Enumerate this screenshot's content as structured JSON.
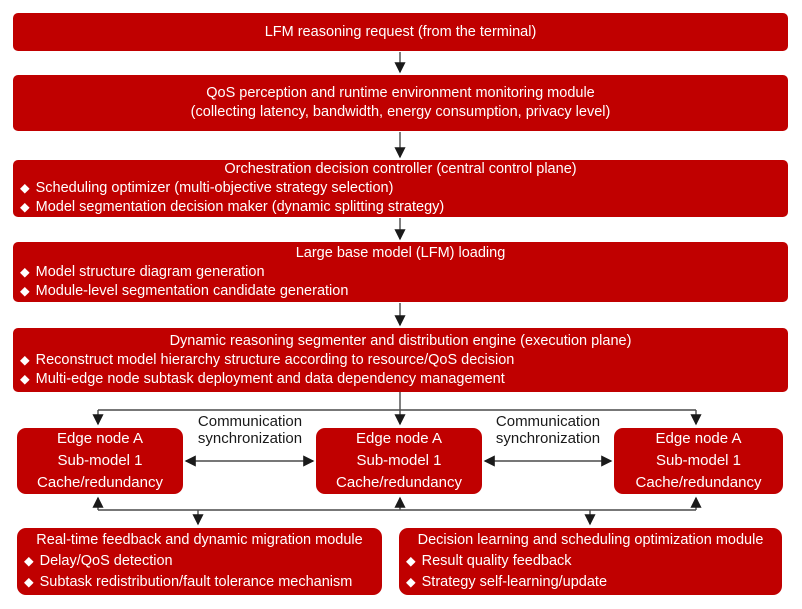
{
  "colors": {
    "box_fill": "#C00000",
    "box_text": "#FFFFFF",
    "connector": "#4A4A4A",
    "label_text": "#1A1A1A"
  },
  "bullet_icon": "◆",
  "flow_boxes": [
    {
      "title": "LFM reasoning request (from the terminal)"
    },
    {
      "title": "QoS perception and runtime environment monitoring module",
      "subtitle": "(collecting latency, bandwidth, energy consumption, privacy level)"
    },
    {
      "title": "Orchestration decision controller (central control plane)",
      "bullets": [
        "Scheduling optimizer (multi-objective strategy selection)",
        "Model segmentation decision maker (dynamic splitting strategy)"
      ]
    },
    {
      "title": "Large base model (LFM) loading",
      "bullets": [
        "Model structure diagram generation",
        "Module-level segmentation candidate generation"
      ]
    },
    {
      "title": "Dynamic reasoning segmenter and distribution engine (execution plane)",
      "bullets": [
        "Reconstruct model hierarchy structure according to resource/QoS decision",
        "Multi-edge node subtask deployment and data dependency management"
      ]
    }
  ],
  "edge_nodes": [
    {
      "lines": [
        "Edge node A",
        "Sub-model 1",
        "Cache/redundancy"
      ]
    },
    {
      "lines": [
        "Edge node A",
        "Sub-model 1",
        "Cache/redundancy"
      ]
    },
    {
      "lines": [
        "Edge node A",
        "Sub-model 1",
        "Cache/redundancy"
      ]
    }
  ],
  "sync_labels": [
    {
      "line1": "Communication",
      "line2": "synchronization"
    },
    {
      "line1": "Communication",
      "line2": "synchronization"
    }
  ],
  "bottom_boxes": [
    {
      "title": "Real-time feedback and dynamic migration module",
      "bullets": [
        "Delay/QoS detection",
        "Subtask redistribution/fault tolerance mechanism"
      ]
    },
    {
      "title": "Decision learning and scheduling optimization module",
      "bullets": [
        "Result quality feedback",
        "Strategy self-learning/update"
      ]
    }
  ]
}
